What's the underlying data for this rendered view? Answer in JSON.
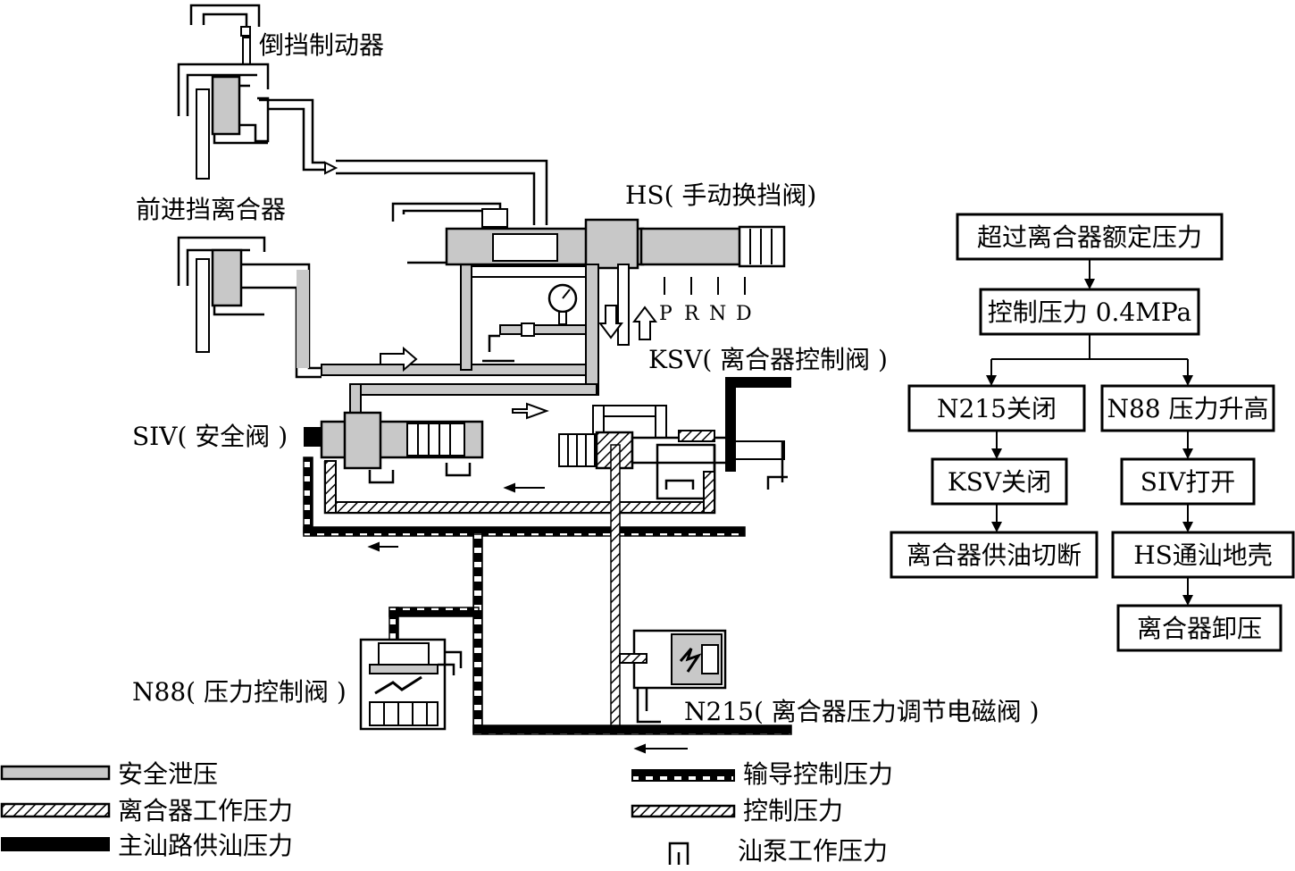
{
  "labels": {
    "reverse_brake": "倒挡制动器",
    "forward_clutch": "前进挡离合器",
    "hs": "HS( 手动换挡阀)",
    "ksv": "KSV( 离合器控制阀 )",
    "siv": "SIV( 安全阀 )",
    "n88": "N88( 压力控制阀 )",
    "n215": "N215( 离合器压力调节电磁阀 )"
  },
  "gear_positions": [
    "P",
    "R",
    "N",
    "D"
  ],
  "flow": {
    "top": "超过离合器额定压力",
    "control": "控制压力 0.4MPa",
    "left": [
      "N215关闭",
      "KSV关闭",
      "离合器供油切断"
    ],
    "right": [
      "N88 压力升高",
      "SIV打开",
      "HS通汕地壳",
      "离合器卸压"
    ]
  },
  "legend": {
    "left": [
      "安全泄压",
      "离合器工作压力",
      "主汕路供汕压力"
    ],
    "right": [
      "输导控制压力",
      "控制压力",
      "汕泵工作压力"
    ]
  },
  "colors": {
    "grey": "#c8c8c8",
    "line": "#000000"
  }
}
